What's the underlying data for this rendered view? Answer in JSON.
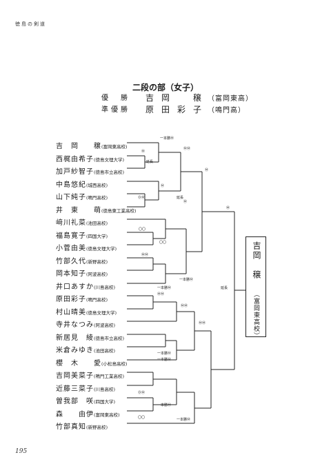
{
  "header": "徳島の剣道",
  "page_number": "195",
  "title": "二段の部（女子）",
  "results": [
    {
      "label": "優　勝",
      "name": "吉岡　穣",
      "school": "（富岡東高）"
    },
    {
      "label": "準優勝",
      "name": "原田彩子",
      "school": "（鳴門高）"
    }
  ],
  "players": [
    {
      "name": "吉　岡　　穣",
      "school": "(富岡東高校)"
    },
    {
      "name": "西梶由希子",
      "school": "(徳島文理大学)"
    },
    {
      "name": "加戸紗智子",
      "school": "(徳島市立高校)"
    },
    {
      "name": "中島悠紀",
      "school": "(城西高校)"
    },
    {
      "name": "山下純子",
      "school": "(鳴門高校)"
    },
    {
      "name": "井　東　　萌",
      "school": "(徳島東工業高校)"
    },
    {
      "name": "﨑川礼菜",
      "school": "(池田高校)"
    },
    {
      "name": "福島寛子",
      "school": "(四国大学)"
    },
    {
      "name": "小菅由美",
      "school": "(徳島文理大学)"
    },
    {
      "name": "竹部久代",
      "school": "(新野高校)"
    },
    {
      "name": "岡本知子",
      "school": "(阿波高校)"
    },
    {
      "name": "井口あすか",
      "school": "(川島高校)"
    },
    {
      "name": "原田彩子",
      "school": "(鳴門高校)"
    },
    {
      "name": "村山晴美",
      "school": "(徳島文理大学)"
    },
    {
      "name": "寺井なつみ",
      "school": "(阿波高校)"
    },
    {
      "name": "新居見　綾",
      "school": "(徳島市立高校)"
    },
    {
      "name": "米倉みゆき",
      "school": "(池田高校)"
    },
    {
      "name": "櫻　木　　愛",
      "school": "(小松島高校)"
    },
    {
      "name": "吉岡美菜子",
      "school": "(鳴門工業高校)"
    },
    {
      "name": "近藤三菜子",
      "school": "(川島高校)"
    },
    {
      "name": "曽我部　咲",
      "school": "(四国大学)"
    },
    {
      "name": "森　　由伊",
      "school": "(富岡東高校)"
    },
    {
      "name": "竹部真知",
      "school": "(新野高校)"
    }
  ],
  "notes": [
    "一本勝Ⓜ",
    "Ⓜ",
    "延長",
    "ⓂⓂ",
    "Ⓜ",
    "ⒹⓂ",
    "延長",
    "Ⓜ",
    "Ⓜ",
    "Ⓜ",
    "延長",
    "〇〇",
    "〇〇",
    "ⓂⓂ",
    "一本勝Ⓜ",
    "一本勝Ⓜ",
    "ⓂⓂ",
    "ⓂⓂ",
    "ⓂⓂ",
    "一本勝Ⓜ",
    "一本勝Ⓜ",
    "ⒹⓂ",
    "一本勝Ⓜ",
    "〇〇",
    "一本勝Ⓜ"
  ],
  "champion": {
    "name": "吉岡　穣",
    "school": "（富岡東高校）"
  }
}
